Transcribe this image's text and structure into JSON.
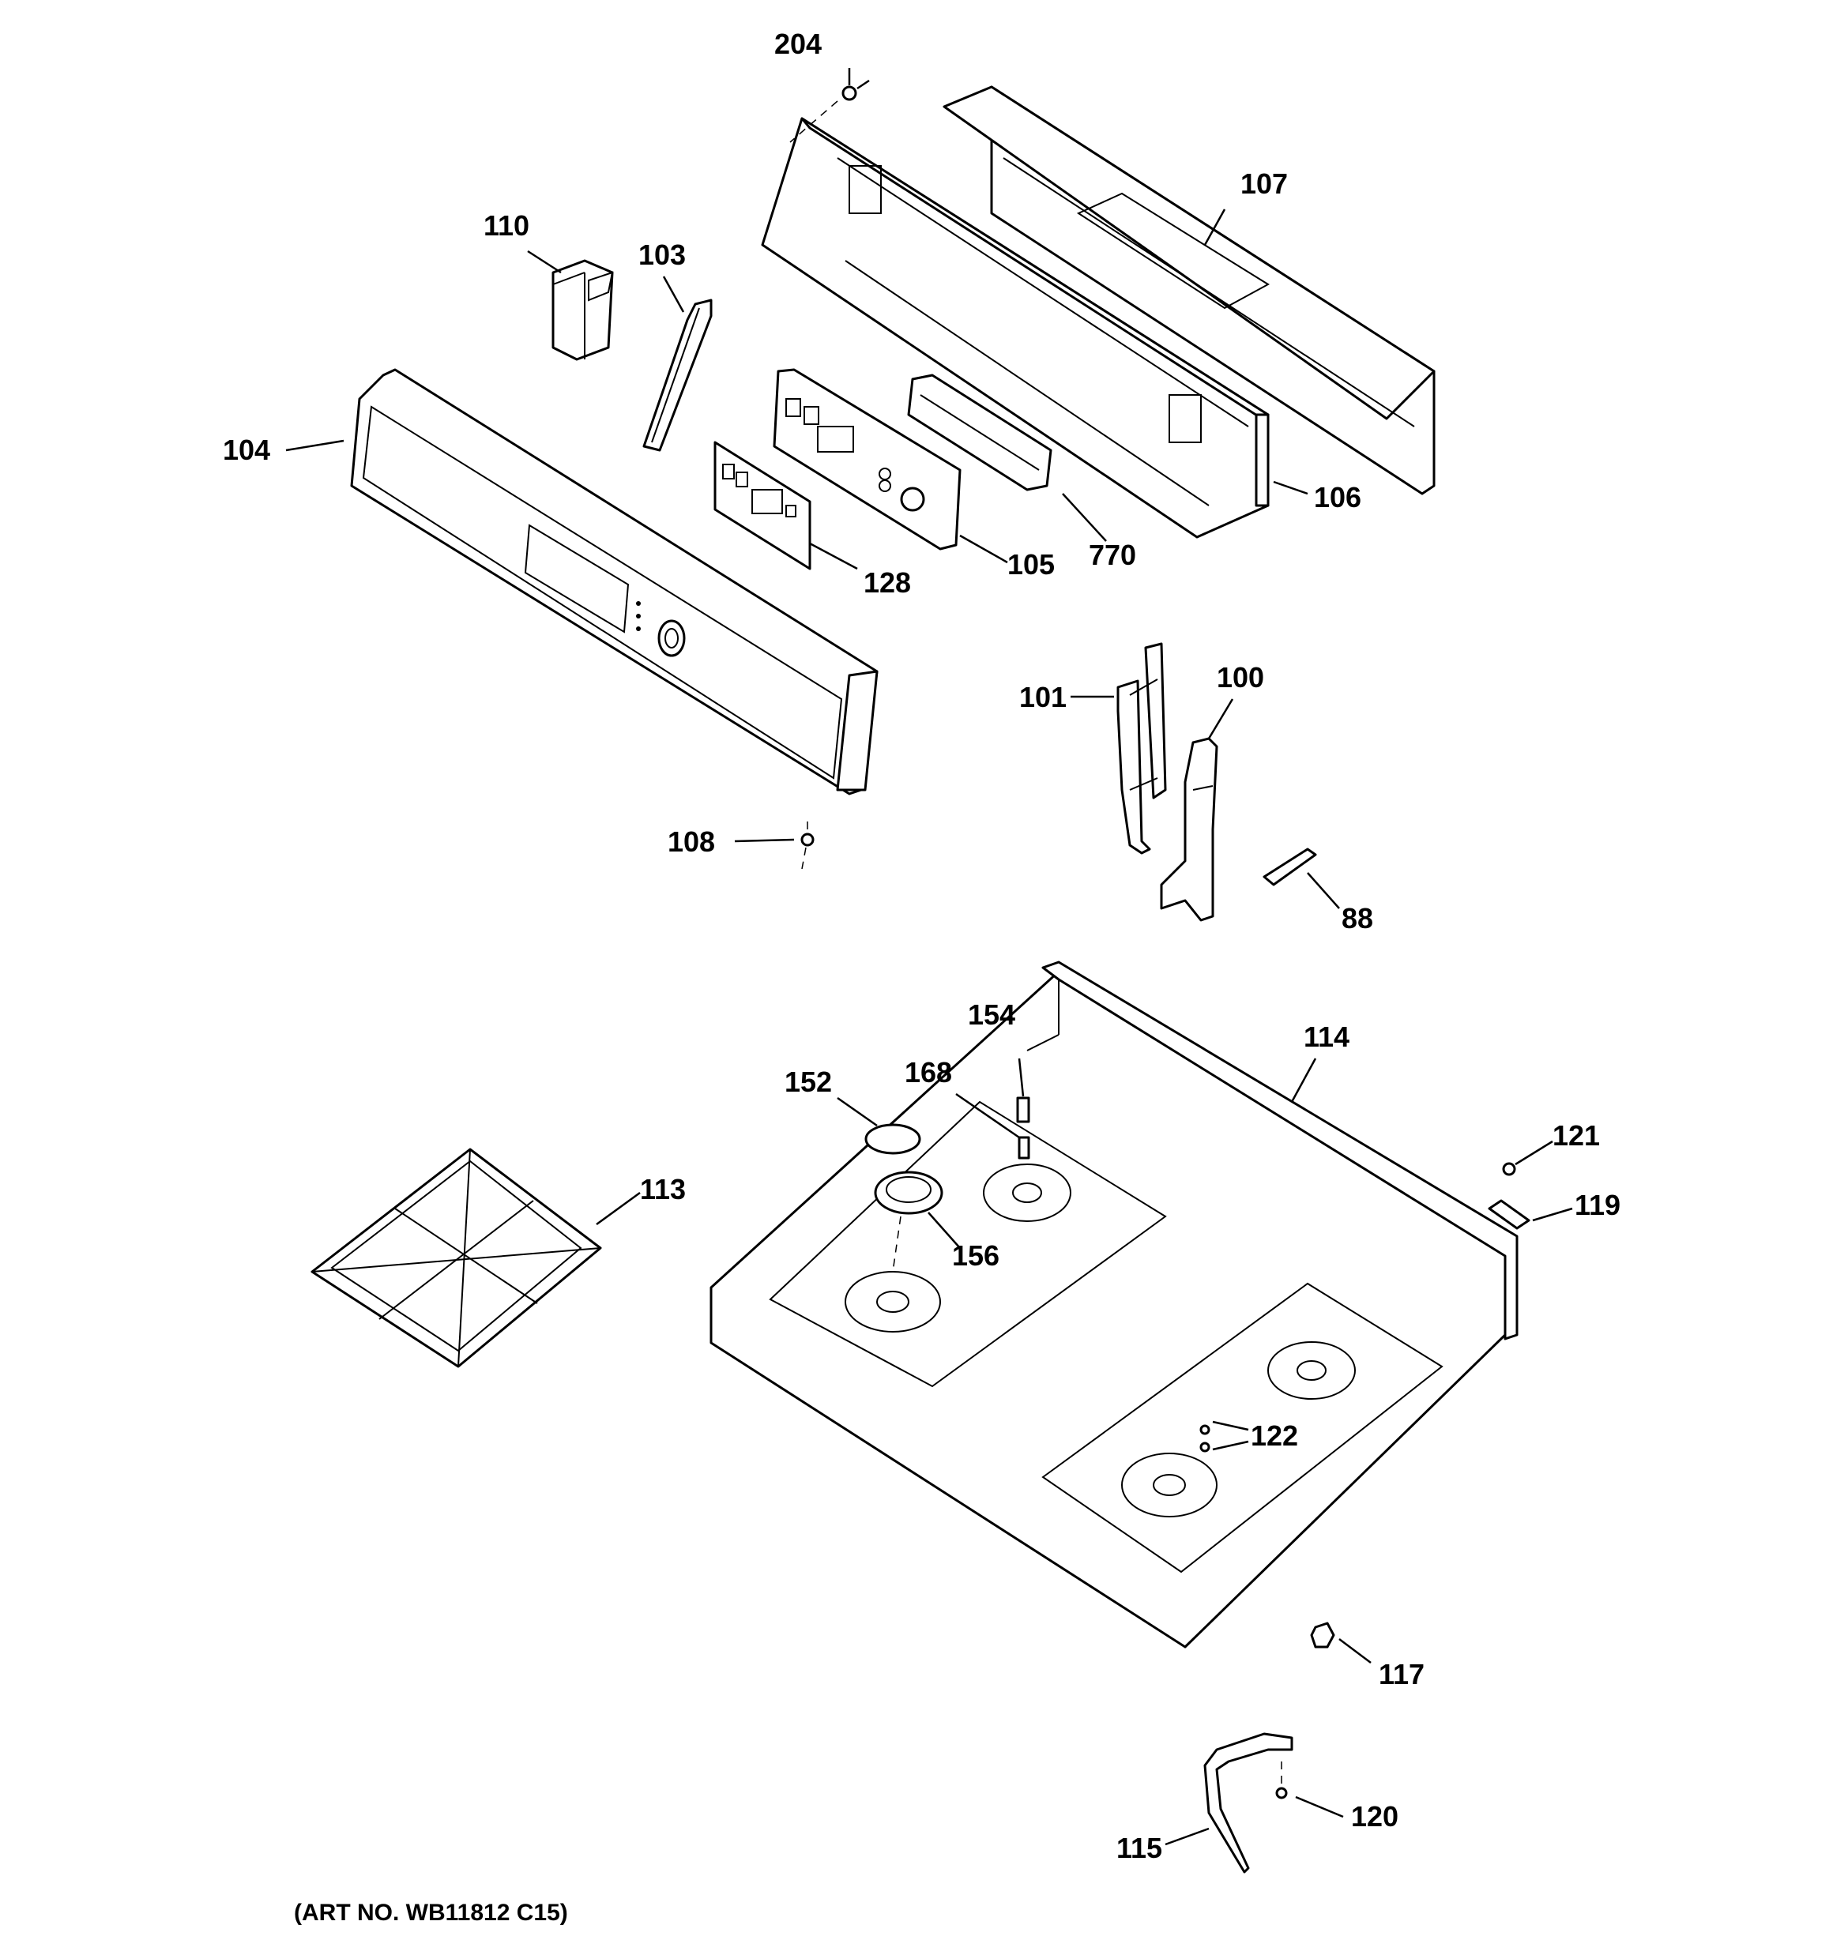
{
  "callouts": {
    "c204": "204",
    "c107": "107",
    "c110": "110",
    "c103": "103",
    "c104": "104",
    "c106": "106",
    "c105": "105",
    "c770": "770",
    "c128": "128",
    "c100": "100",
    "c101": "101",
    "c108": "108",
    "c88": "88",
    "c154": "154",
    "c114": "114",
    "c168": "168",
    "c152": "152",
    "c113": "113",
    "c121": "121",
    "c119": "119",
    "c156": "156",
    "c122": "122",
    "c117": "117",
    "c120": "120",
    "c115": "115"
  },
  "art_number": "(ART NO. WB11812 C15)"
}
